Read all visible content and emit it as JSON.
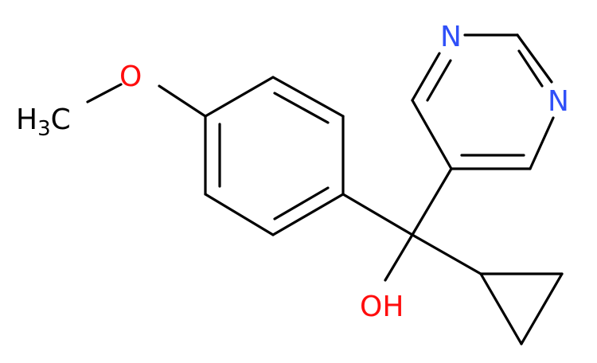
{
  "structure": {
    "atoms": {
      "methoxy_carbon": {
        "main": "H",
        "sub": "3",
        "tail": "C"
      },
      "methoxy_oxygen": "O",
      "hydroxyl": "OH",
      "pyrimidine_n1": "N",
      "pyrimidine_n3": "N"
    }
  },
  "colors": {
    "bond": "#000000",
    "carbon_label": "#000000",
    "oxygen": "#ff0d0d",
    "nitrogen": "#3050f8"
  }
}
